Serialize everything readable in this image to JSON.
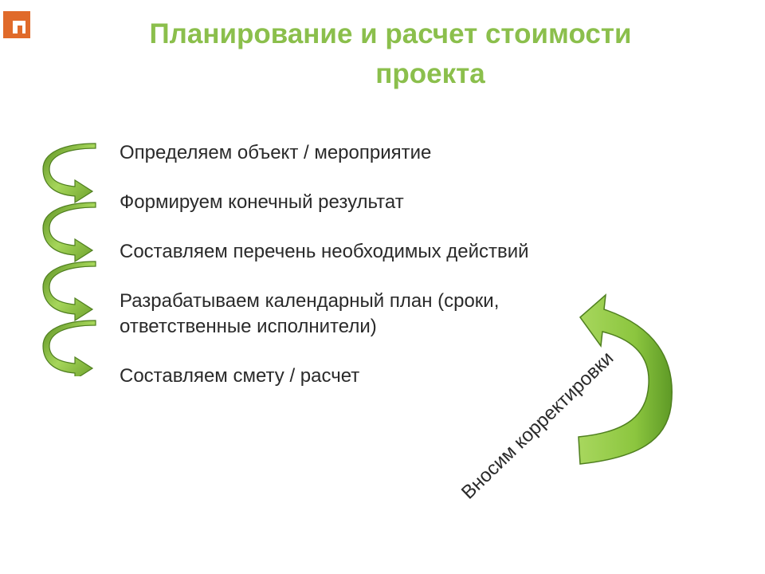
{
  "slide": {
    "title_line1": "Планирование и расчет стоимости",
    "title_line2": "проекта",
    "steps": [
      "Определяем объект / мероприятие",
      "Формируем конечный результат",
      "Составляем перечень необходимых действий",
      "Разрабатываем календарный план (сроки,",
      "ответственные исполнители)",
      "Составляем смету / расчет"
    ],
    "cycle_label": "Вносим корректировки"
  },
  "icons": {
    "logo": "bracket-logo-icon",
    "step_arrows": "curved-arrow-icon",
    "cycle_arrow": "u-turn-arrow-icon"
  },
  "colors": {
    "title": "#8bbf4c",
    "logo": "#e06a2a",
    "arrow_fill": "#8dc63f",
    "arrow_stroke": "#4f7f1f"
  }
}
